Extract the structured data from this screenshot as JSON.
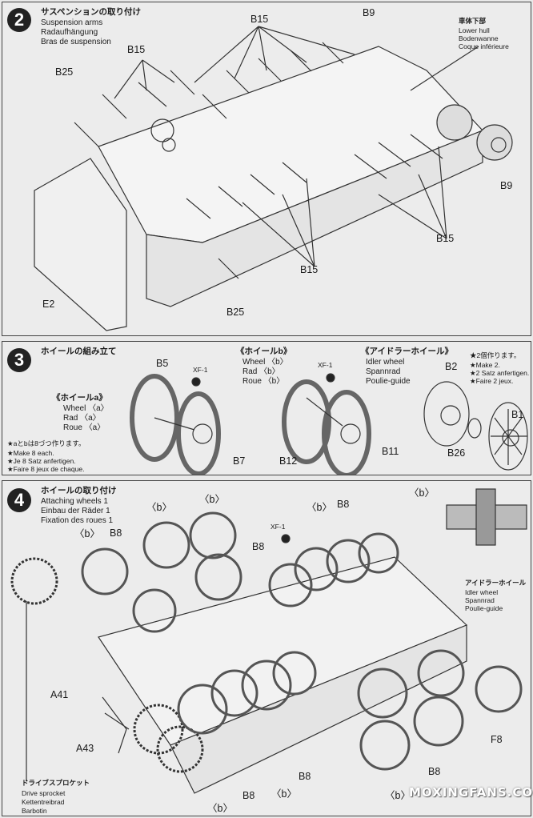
{
  "step2": {
    "number": "2",
    "title_jp": "サスペンションの取り付け",
    "title_en": "Suspension arms",
    "title_de": "Radaufhängung",
    "title_fr": "Bras de suspension",
    "hull_jp": "車体下部",
    "hull_en": "Lower hull",
    "hull_de": "Bodenwanne",
    "hull_fr": "Coque inférieure",
    "labels": {
      "b15_top": "B15",
      "b9_top": "B9",
      "b15_left": "B15",
      "b25_top": "B25",
      "b9_right": "B9",
      "b15_right": "B15",
      "b15_bottom": "B15",
      "e2": "E2",
      "b25_bottom": "B25"
    }
  },
  "step3": {
    "number": "3",
    "title_jp": "ホイールの組み立て",
    "wheel_a": {
      "jp": "《ホイールa》",
      "en": "Wheel 〈a〉",
      "de": "Rad 〈a〉",
      "fr": "Roue 〈a〉"
    },
    "wheel_b": {
      "jp": "《ホイールb》",
      "en": "Wheel 〈b〉",
      "de": "Rad 〈b〉",
      "fr": "Roue 〈b〉"
    },
    "idler": {
      "jp": "《アイドラーホイール》",
      "en": "Idler wheel",
      "de": "Spannrad",
      "fr": "Poulie-guide"
    },
    "note_ab": {
      "jp": "★aとbは8づつ作ります。",
      "en": "★Make 8 each.",
      "de": "★Je 8 Satz anfertigen.",
      "fr": "★Faire 8 jeux de chaque."
    },
    "note_idler": {
      "jp": "★2個作ります。",
      "en": "★Make 2.",
      "de": "★2 Satz anfertigen.",
      "fr": "★Faire 2 jeux."
    },
    "labels": {
      "b5": "B5",
      "xf1_a": "XF-1",
      "b7": "B7",
      "b12": "B12",
      "xf1_b": "XF-1",
      "b11": "B11",
      "b2": "B2",
      "b1": "B1",
      "b26": "B26"
    }
  },
  "step4": {
    "number": "4",
    "title_jp": "ホイールの取り付け",
    "title_en": "Attaching wheels 1",
    "title_de": "Einbau der Räder 1",
    "title_fr": "Fixation des roues 1",
    "idler": {
      "jp": "アイドラーホイール",
      "en": "Idler wheel",
      "de": "Spannrad",
      "fr": "Poulie-guide"
    },
    "sprocket": {
      "jp": "ドライブスプロケット",
      "en": "Drive sprocket",
      "de": "Kettentreibrad",
      "fr": "Barbotin"
    },
    "labels": {
      "b": "〈b〉",
      "b8": "B8",
      "xf1": "XF-1",
      "a41": "A41",
      "a43": "A43",
      "f8": "F8"
    }
  },
  "watermark": "MOXINGFANS.COM"
}
